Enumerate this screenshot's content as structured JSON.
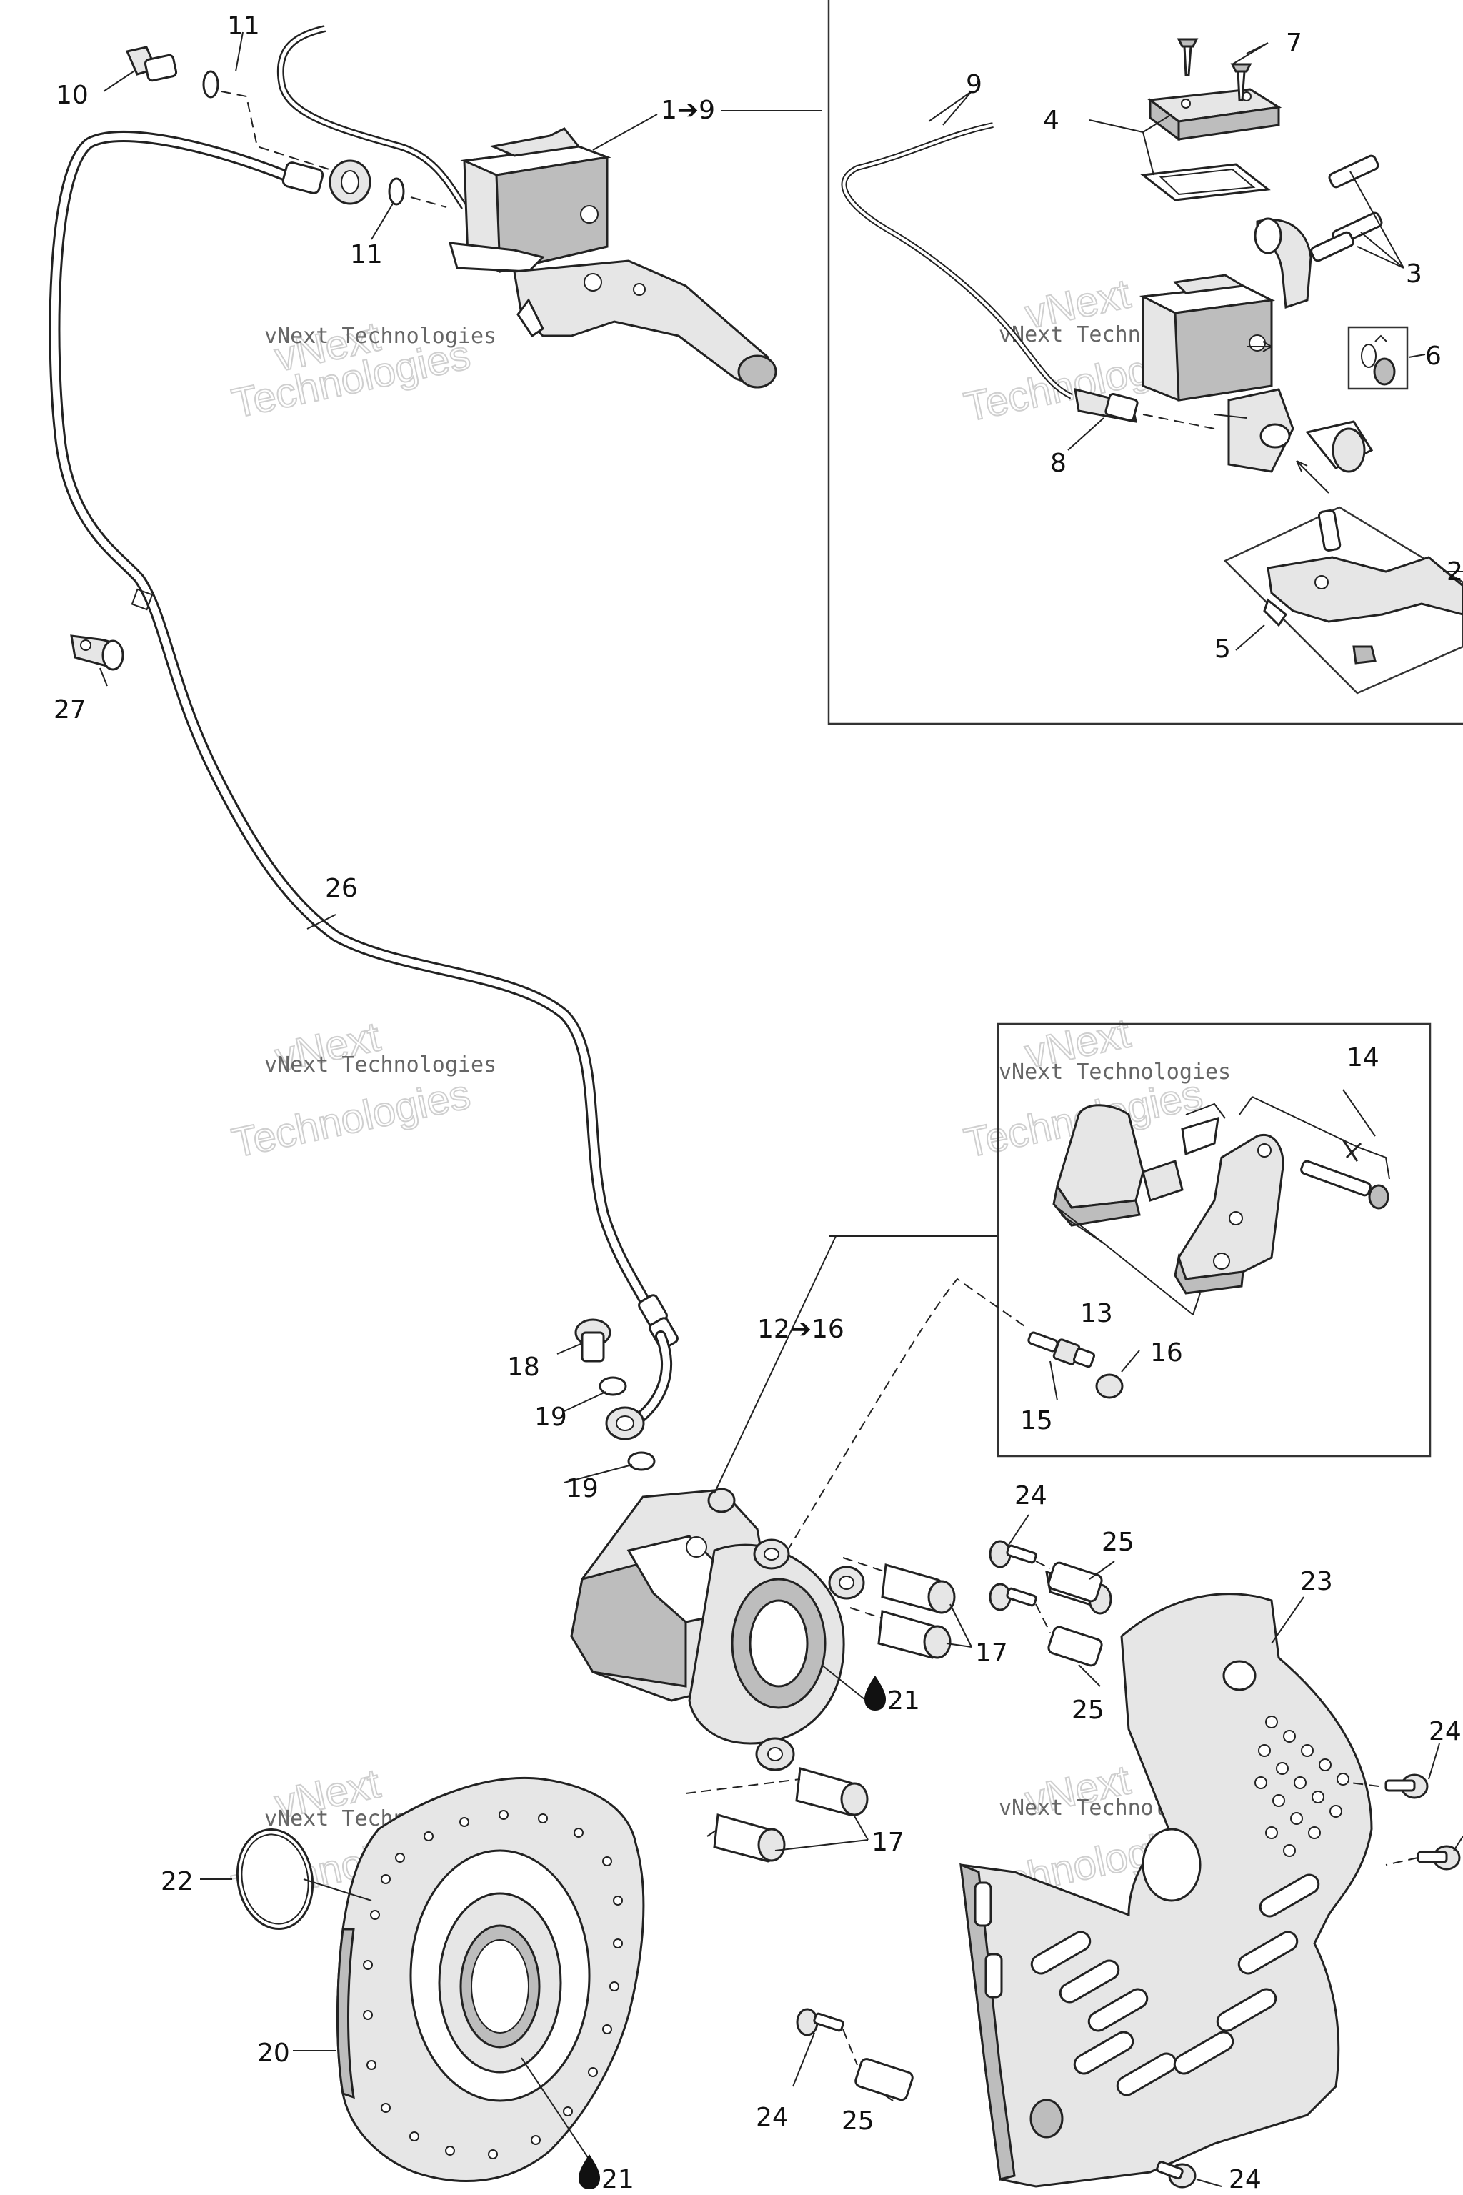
{
  "diagram": {
    "watermark": {
      "line1": "vNext Technologies",
      "line2a": "vNext",
      "line2b": "Technologies"
    },
    "labels": {
      "l1to9": "1➔9",
      "l2": "2",
      "l3": "3",
      "l4": "4",
      "l5": "5",
      "l6": "6",
      "l7": "7",
      "l8": "8",
      "l9": "9",
      "l10": "10",
      "l11a": "11",
      "l11b": "11",
      "l12to16": "12➔16",
      "l13": "13",
      "l14": "14",
      "l15": "15",
      "l16": "16",
      "l17a": "17",
      "l17b": "17",
      "l18": "18",
      "l19a": "19",
      "l19b": "19",
      "l20": "20",
      "l21a": "21",
      "l21b": "21",
      "l22": "22",
      "l23": "23",
      "l24a": "24",
      "l24b": "24",
      "l24c": "24",
      "l24d": "24",
      "l25a": "25",
      "l25b": "25",
      "l25c": "25",
      "l26": "26",
      "l27": "27"
    },
    "icons": {
      "lubricant": "oil-drop-icon",
      "arrow": "right-arrow-icon"
    }
  }
}
